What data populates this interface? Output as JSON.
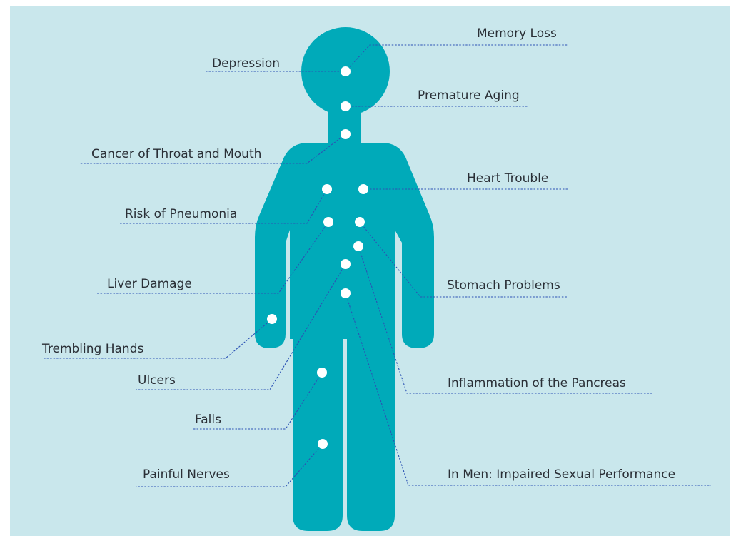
{
  "colors": {
    "background": "#c9e7ec",
    "figure": "#00aab9",
    "dot": "#ffffff",
    "leader_line": "#2b52b4",
    "text": "#2a2f36"
  },
  "labels": {
    "memory_loss": "Memory Loss",
    "depression": "Depression",
    "premature_aging": "Premature Aging",
    "cancer_throat_mouth": "Cancer of Throat and Mouth",
    "heart_trouble": "Heart Trouble",
    "risk_pneumonia": "Risk of Pneumonia",
    "liver_damage": "Liver Damage",
    "stomach_problems": "Stomach Problems",
    "trembling_hands": "Trembling Hands",
    "ulcers": "Ulcers",
    "inflammation_pancreas": "Inflammation of the Pancreas",
    "falls": "Falls",
    "painful_nerves": "Painful Nerves",
    "impaired_sexual_performance": "In Men: Impaired Sexual Performance"
  }
}
